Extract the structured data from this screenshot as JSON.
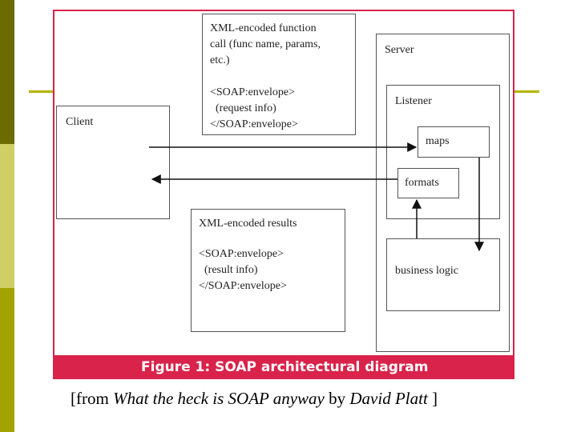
{
  "diagram": {
    "client_label": "Client",
    "server_label": "Server",
    "listener_label": "Listener",
    "maps_label": "maps",
    "formats_label": "formats",
    "business_logic_label": "business logic",
    "request_note": {
      "line1": "XML-encoded function",
      "line2": "call (func name, params,",
      "line3": "etc.)",
      "line4": "<SOAP:envelope>",
      "line5": "  (request info)",
      "line6": "</SOAP:envelope>"
    },
    "result_note": {
      "line1": "XML-encoded results",
      "line2": "<SOAP:envelope>",
      "line3": "  (result info)",
      "line4": "</SOAP:envelope>"
    }
  },
  "caption": "Figure 1: SOAP architectural diagram",
  "citation": {
    "prefix": "[from ",
    "title": "What the heck is SOAP anyway",
    "by": " by ",
    "author": "David Platt",
    "suffix": " ]"
  },
  "colors": {
    "frame_red": "#d9234a",
    "sidebar_dark": "#6b6b00",
    "sidebar_light": "#cfcf66",
    "sidebar_mid": "#a3a300",
    "accent_line": "#b5b500"
  }
}
